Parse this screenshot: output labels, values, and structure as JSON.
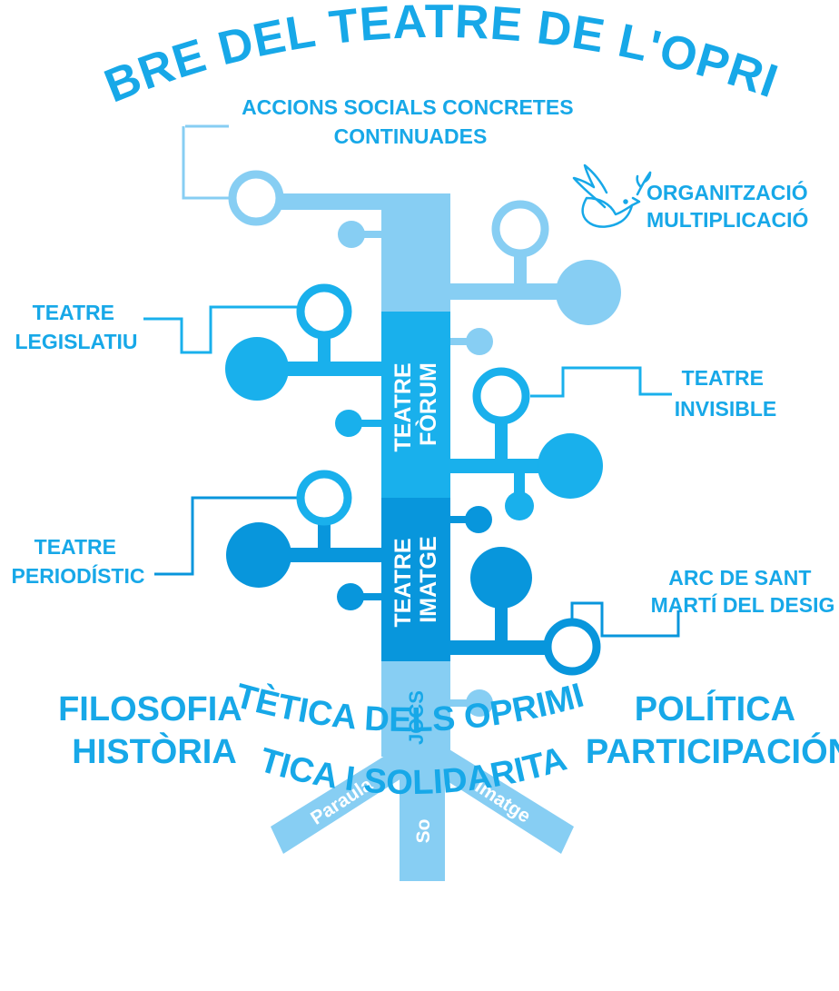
{
  "title": "ARBRE DEL TEATRE DE L'OPRIMIT",
  "branches": {
    "acciones": [
      "ACCIONS SOCIALS CONCRETES",
      "CONTINUADES"
    ],
    "organitzacio": [
      "ORGANITZACIÓ",
      "MULTIPLICACIÓ"
    ],
    "legislatiu": [
      "TEATRE",
      "LEGISLATIU"
    ],
    "invisible": [
      "TEATRE",
      "INVISIBLE"
    ],
    "periodistic": [
      "TEATRE",
      "PERIODÍSTIC"
    ],
    "arc": [
      "ARC DE SANT",
      "MARTÍ DEL DESIG"
    ]
  },
  "trunk": {
    "forum": [
      "TEATRE",
      "FÒRUM"
    ],
    "imatge": [
      "TEATRE",
      "IMATGE"
    ],
    "jocs": "JOCS"
  },
  "roots": {
    "left": "Paraula",
    "center": "So",
    "right": "Imatge"
  },
  "sides": {
    "left": [
      "FILOSOFIA",
      "HISTÒRIA"
    ],
    "right": [
      "POLÍTICA",
      "PARTICIPACIÓN"
    ]
  },
  "ground": [
    "ESTÈTICA DELS OPRIMITS",
    "ÈTICA I SOLIDARITAT"
  ],
  "icons": {
    "dove": "dove-icon"
  },
  "colors": {
    "light": "#87cef3",
    "medium": "#19b0ec",
    "dark": "#0896dc",
    "text": "#17a8e8",
    "white": "#ffffff"
  }
}
